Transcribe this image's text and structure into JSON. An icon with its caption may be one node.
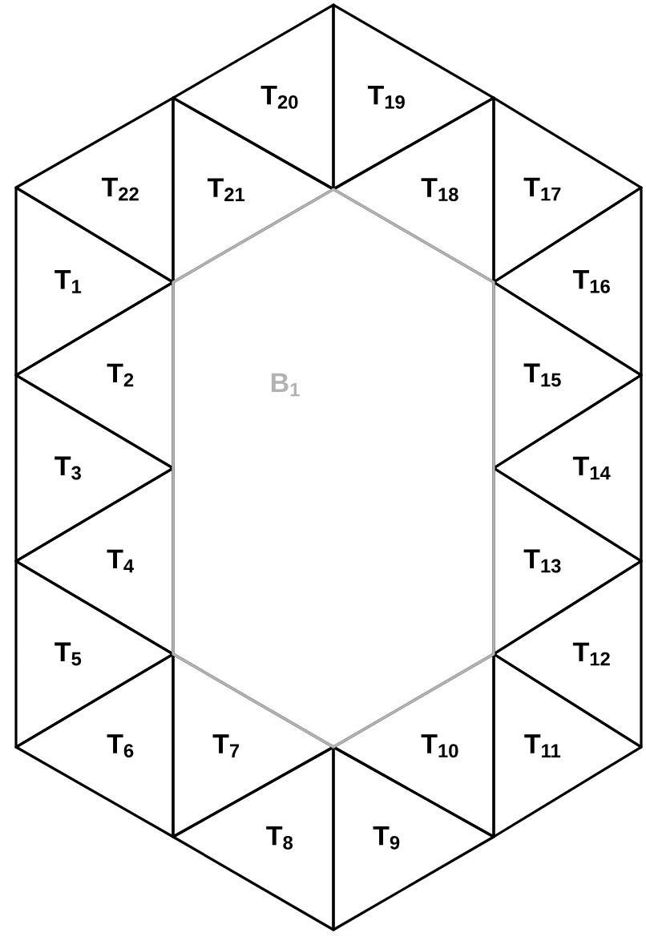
{
  "diagram": {
    "nodes": [
      {
        "text": [
          "T$_{1}$"
        ]
      },
      {
        "text": [
          "T$_{2}$"
        ]
      },
      {
        "text": [
          "T$_{3}$"
        ]
      },
      {
        "text": [
          "T$_{4}$"
        ]
      },
      {
        "text": [
          "T$_{5}$"
        ]
      },
      {
        "text": [
          "T$_{6}$"
        ]
      },
      {
        "text": [
          "T$_{7}$"
        ]
      },
      {
        "text": [
          "T$_{8}$"
        ]
      },
      {
        "text": [
          "T$_{9}$"
        ]
      },
      {
        "text": [
          "T$_{10}$"
        ]
      },
      {
        "text": [
          "T$_{11}$"
        ]
      },
      {
        "text": [
          "T$_{12}$"
        ]
      },
      {
        "text": [
          "T$_{13}$"
        ]
      },
      {
        "text": [
          "T$_{14}$"
        ]
      },
      {
        "text": [
          "T$_{15}$"
        ]
      },
      {
        "text": [
          "T$_{16}$"
        ]
      },
      {
        "text": [
          "T$_{17}$"
        ]
      },
      {
        "text": [
          "T$_{18}$"
        ]
      },
      {
        "text": [
          "T$_{19}$"
        ]
      },
      {
        "text": [
          "T$_{20}$"
        ]
      },
      {
        "text": [
          "T$_{21}$"
        ]
      },
      {
        "text": [
          "T$_{22}$"
        ]
      },
      {
        "text": [
          "B$_{1}$"
        ]
      }
    ]
  }
}
